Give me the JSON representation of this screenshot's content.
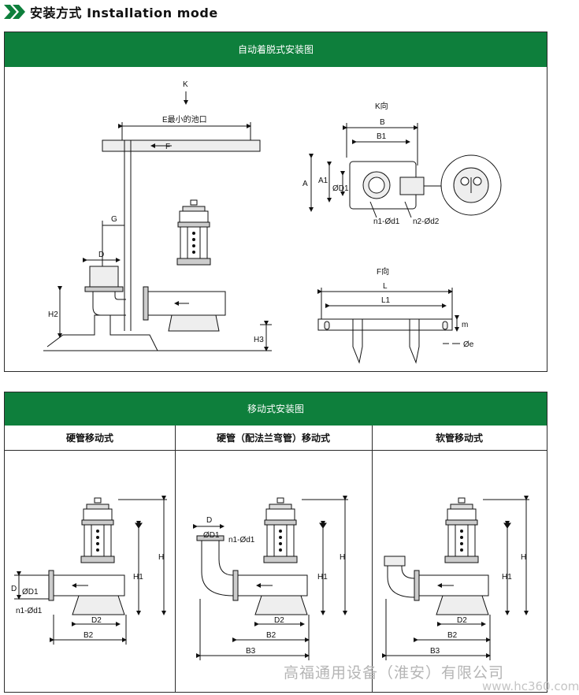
{
  "header": {
    "title": "安装方式  Installation mode"
  },
  "panel1": {
    "title": "自动着脱式安装图",
    "labels": {
      "k": "K",
      "e": "E最小的池口",
      "f": "F",
      "g": "G",
      "d": "D",
      "h2": "H2",
      "h3": "H3",
      "k_view": "K向",
      "b": "B",
      "b1": "B1",
      "a": "A",
      "a1": "A1",
      "od1": "ØD1",
      "n1": "n1-Ød1",
      "n2": "n2-Ød2",
      "f_view": "F向",
      "l": "L",
      "l1": "L1",
      "m": "m",
      "oe": "Øe"
    }
  },
  "panel2": {
    "title": "移动式安装图",
    "columns": [
      "硬管移动式",
      "硬管（配法兰弯管）移动式",
      "软管移动式"
    ],
    "col1": {
      "h": "H",
      "h1": "H1",
      "d": "D",
      "od1": "ØD1",
      "n1": "n1-Ød1",
      "d2": "D2",
      "b2": "B2"
    },
    "col2": {
      "d": "D",
      "od1": "ØD1",
      "n1": "n1-Ød1",
      "h": "H",
      "h1": "H1",
      "d2": "D2",
      "b2": "B2",
      "b3": "B3"
    },
    "col3": {
      "h": "H",
      "h1": "H1",
      "d2": "D2",
      "b2": "B2",
      "b3": "B3"
    }
  },
  "watermark": {
    "company": "高福通用设备（淮安）有限公司",
    "site": "www.hc360.com"
  }
}
